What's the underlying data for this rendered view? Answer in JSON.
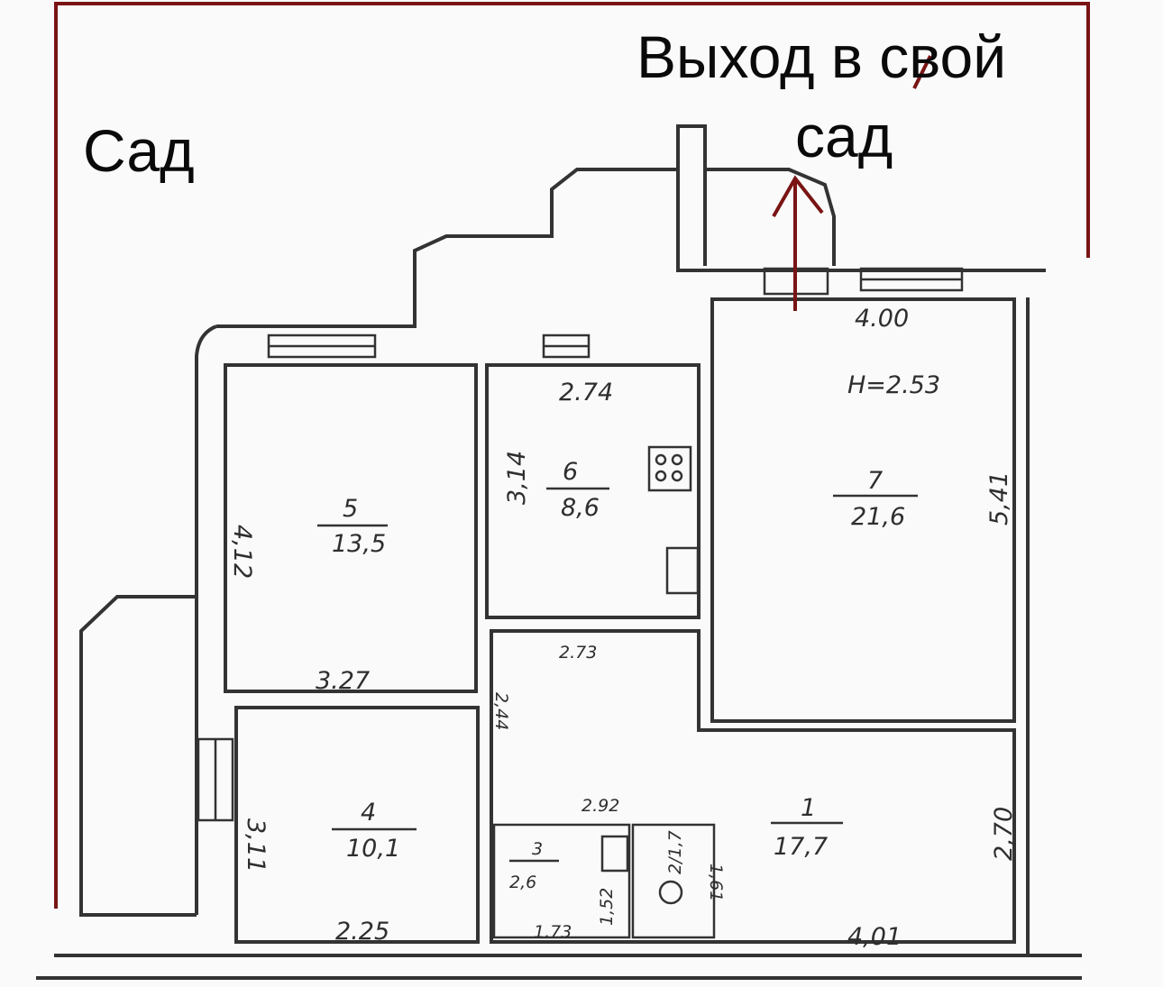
{
  "labels": {
    "garden": "Сад",
    "exit_line1": "Выход в свой",
    "exit_line2": "сад"
  },
  "rooms": [
    {
      "id": "5",
      "number": "5",
      "area": "13,5",
      "dims": [
        "4,12",
        "3.27"
      ]
    },
    {
      "id": "6",
      "number": "6",
      "area": "8,6",
      "dims": [
        "2.74",
        "3,14"
      ]
    },
    {
      "id": "7",
      "number": "7",
      "area": "21,6",
      "dims": [
        "4.00",
        "5,41"
      ]
    },
    {
      "id": "4",
      "number": "4",
      "area": "10,1",
      "dims": [
        "3,11",
        "2.25"
      ]
    },
    {
      "id": "1",
      "number": "1",
      "area": "17,7",
      "dims": [
        "2.73",
        "2,44",
        "2.92",
        "2,70",
        "4,01"
      ]
    },
    {
      "id": "3",
      "number": "3",
      "area": "2,6",
      "dims": [
        "1.73",
        "1,52"
      ]
    },
    {
      "id": "2",
      "number": "2",
      "area": "1,7",
      "dims": [
        "1,61"
      ]
    }
  ],
  "height_label": "H=2.53",
  "colors": {
    "annotation": "#7a1414",
    "walls": "#333333",
    "text": "#0a0a0a"
  }
}
